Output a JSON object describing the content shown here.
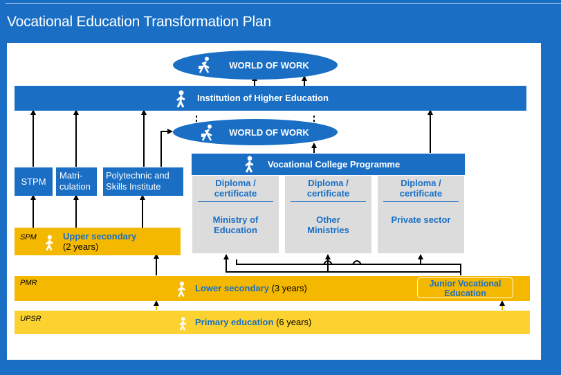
{
  "title": "Vocational Education Transformation Plan",
  "nodes": {
    "world_of_work_top": "WORLD OF WORK",
    "higher_education": "Institution of Higher Education",
    "world_of_work_mid": "WORLD OF WORK",
    "stpm": "STPM",
    "matriculation_line1": "Matri-",
    "matriculation_line2": "culation",
    "polytechnic_line1": "Polytechnic and",
    "polytechnic_line2": "Skills Institute",
    "vocational_college": "Vocational College Programme",
    "diploma_line1": "Diploma /",
    "diploma_line2": "certificate",
    "ministry_education_line1": "Ministry of",
    "ministry_education_line2": "Education",
    "other_ministries_line1": "Other",
    "other_ministries_line2": "Ministries",
    "private_sector": "Private sector",
    "spm_tag": "SPM",
    "upper_secondary": "Upper secondary",
    "upper_secondary_years": "(2 years)",
    "pmr_tag": "PMR",
    "lower_secondary": "Lower secondary",
    "lower_secondary_years": "(3 years)",
    "junior_vocational_line1": "Junior Vocational",
    "junior_vocational_line2": "Education",
    "upsr_tag": "UPSR",
    "primary_education": "Primary education",
    "primary_education_years": "(6 years)"
  },
  "colors": {
    "blue": "#1a6fc4",
    "gray": "#dcdcdc",
    "orange": "#f5b800",
    "yellow": "#fcd230"
  },
  "icons": [
    "person-running-icon"
  ]
}
